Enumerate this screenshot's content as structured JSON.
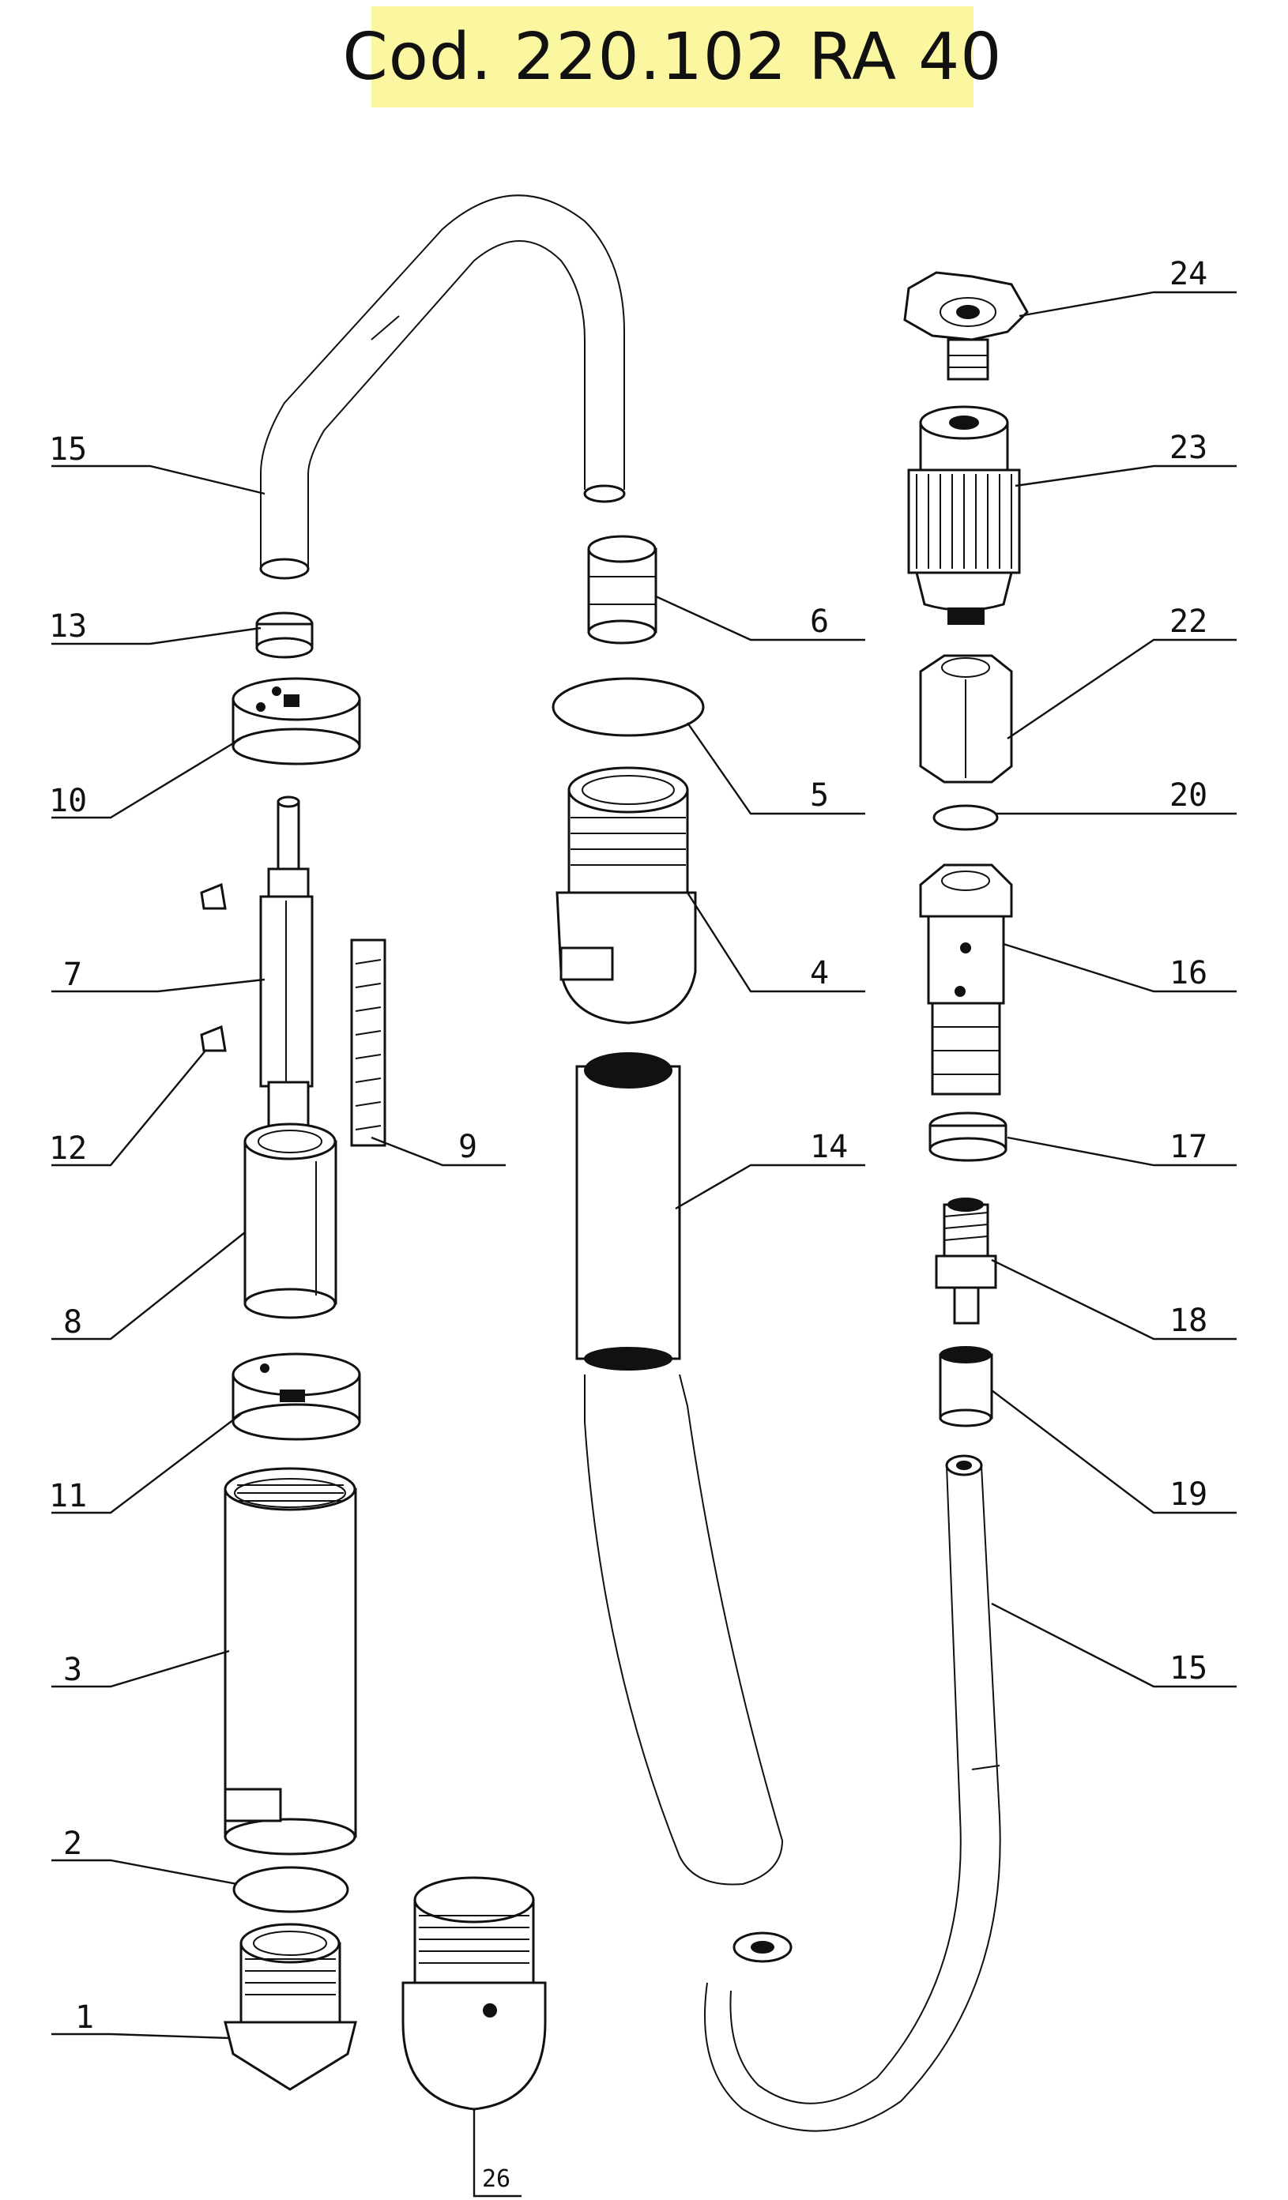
{
  "title": "Cod. 220.102 RA 40",
  "colors": {
    "title_background": "#fbf6a0",
    "line": "#111111"
  },
  "labels": {
    "l15a": "15",
    "l13": "13",
    "l10": "10",
    "l7": "7",
    "l12": "12",
    "l8": "8",
    "l11": "11",
    "l3": "3",
    "l2": "2",
    "l1": "1",
    "l26": "26",
    "l6": "6",
    "l5": "5",
    "l4": "4",
    "l14": "14",
    "l9": "9",
    "l24": "24",
    "l23": "23",
    "l22": "22",
    "l20": "20",
    "l16": "16",
    "l17": "17",
    "l18": "18",
    "l19": "19",
    "l15b": "15"
  }
}
